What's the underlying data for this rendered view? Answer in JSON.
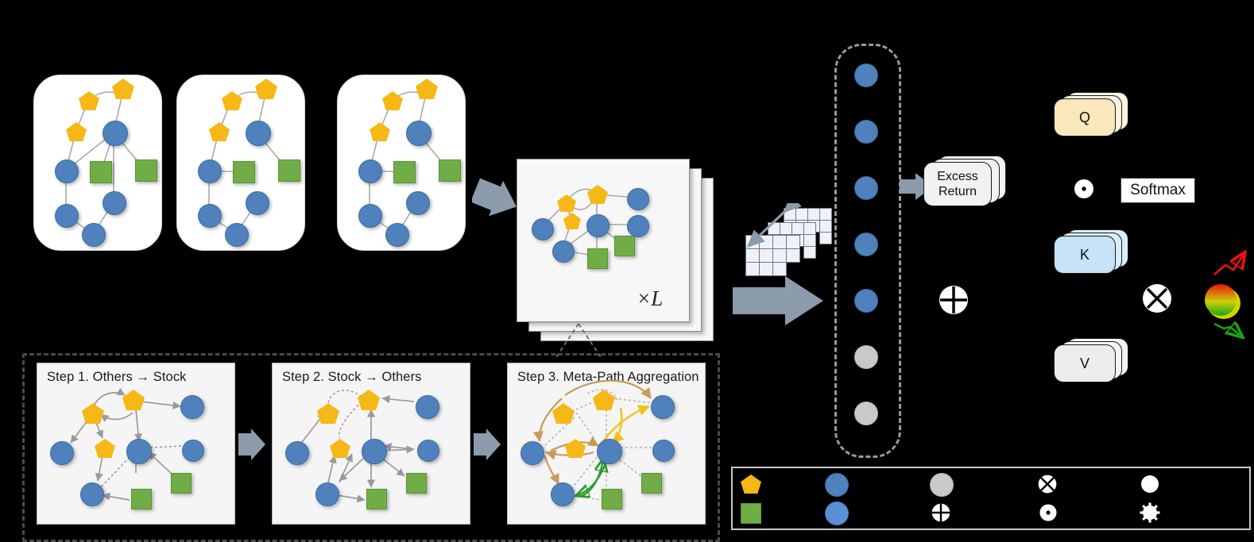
{
  "figure": {
    "type": "model-architecture-diagram",
    "title": "Heterogeneous graph stock-ranking model pipeline"
  },
  "input_graphs": {
    "count": 3,
    "node_types": [
      "pentagon-other",
      "circle-stock",
      "square-other"
    ]
  },
  "graph_stack": {
    "repeat_label": "×L",
    "layers": 3
  },
  "steps": {
    "items": [
      {
        "label": "Step 1. Others → Stock"
      },
      {
        "label": "Step 2. Stock → Others"
      },
      {
        "label": "Step 3. Meta-Path Aggregation"
      }
    ]
  },
  "embedding_column": {
    "dots": [
      "blue",
      "blue",
      "blue",
      "blue",
      "blue",
      "gray",
      "gray"
    ]
  },
  "prediction": {
    "excess_return_label": "Excess\nReturn",
    "excess_return_line1": "Excess",
    "excess_return_line2": "Return"
  },
  "attention": {
    "q_label": "Q",
    "k_label": "K",
    "v_label": "V",
    "softmax_label": "Softmax",
    "dot_product_icon": "dot-product-icon",
    "cross_product_icon": "cross-product-icon",
    "plus_circle_icon": "circled-plus-icon",
    "q_color": "#fbe7bc",
    "k_color": "#c6e3f7",
    "v_color": "#ededed"
  },
  "ranking": {
    "up_arrow_color": "#e8140c",
    "down_arrow_color": "#16a510",
    "sphere_colors": [
      "#e8140c",
      "#d4d400",
      "#16a510"
    ]
  },
  "legend": {
    "rows": [
      [
        {
          "icon": "pentagon-icon",
          "color": "#f5b816",
          "text": ""
        },
        {
          "icon": "circle-icon",
          "color": "#4f81bd",
          "text": ""
        },
        {
          "icon": "circle-icon",
          "color": "#c9c9c9",
          "text": ""
        },
        {
          "icon": "cross-product-icon",
          "color": "#ffffff",
          "text": ""
        },
        {
          "icon": "circle-icon",
          "color": "#ffffff",
          "text": ""
        }
      ],
      [
        {
          "icon": "square-icon",
          "color": "#70ad47",
          "text": ""
        },
        {
          "icon": "circle-icon",
          "color": "#5b8fd6",
          "text": ""
        },
        {
          "icon": "circled-plus-icon",
          "color": "#ffffff",
          "text": ""
        },
        {
          "icon": "dot-product-icon",
          "color": "#ffffff",
          "text": ""
        },
        {
          "icon": "gear-icon",
          "color": "#ffffff",
          "text": ""
        }
      ]
    ]
  },
  "colors": {
    "pentagon": "#f5b816",
    "circle_stock": "#4f81bd",
    "square": "#70ad47",
    "edge": "#9a9a9a",
    "arrow_gray": "#8c9bab",
    "metapath_brown": "#c89a5b",
    "metapath_yellow": "#f2c218",
    "metapath_green": "#2f9e2f"
  }
}
